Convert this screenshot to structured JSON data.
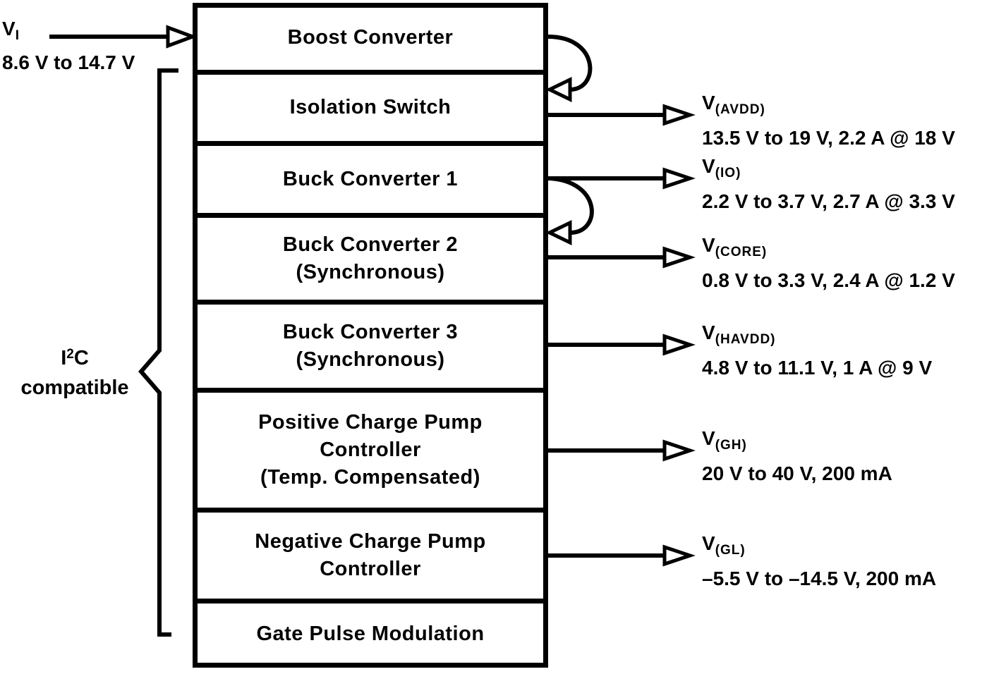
{
  "input": {
    "v": "V",
    "v_sub": "I",
    "range": "8.6 V to 14.7 V"
  },
  "i2c": {
    "base": "I",
    "sup": "2",
    "post": "C",
    "line2": "compatible"
  },
  "blocks": [
    {
      "lines": [
        "Boost Converter"
      ]
    },
    {
      "lines": [
        "Isolation Switch"
      ]
    },
    {
      "lines": [
        "Buck Converter 1"
      ]
    },
    {
      "lines": [
        "Buck Converter 2",
        "(Synchronous)"
      ]
    },
    {
      "lines": [
        "Buck Converter 3",
        "(Synchronous)"
      ]
    },
    {
      "lines": [
        "Positive Charge Pump",
        "Controller",
        "(Temp. Compensated)"
      ]
    },
    {
      "lines": [
        "Negative Charge Pump",
        "Controller"
      ]
    },
    {
      "lines": [
        "Gate Pulse Modulation"
      ]
    }
  ],
  "outputs": [
    {
      "v": "V",
      "sub": "(AVDD)",
      "value": "13.5 V to 19 V, 2.2 A @ 18 V"
    },
    {
      "v": "V",
      "sub": "(IO)",
      "value": "2.2 V to 3.7 V, 2.7 A @ 3.3 V"
    },
    {
      "v": "V",
      "sub": "(CORE)",
      "value": "0.8 V to 3.3 V, 2.4 A @ 1.2 V"
    },
    {
      "v": "V",
      "sub": "(HAVDD)",
      "value": "4.8 V to 11.1 V, 1 A @ 9 V"
    },
    {
      "v": "V",
      "sub": "(GH)",
      "value": "20 V to 40 V, 200 mA"
    },
    {
      "v": "V",
      "sub": "(GL)",
      "value": "–5.5 V to –14.5 V, 200 mA"
    }
  ],
  "colors": {
    "ink": "#000000",
    "background": "#ffffff"
  }
}
